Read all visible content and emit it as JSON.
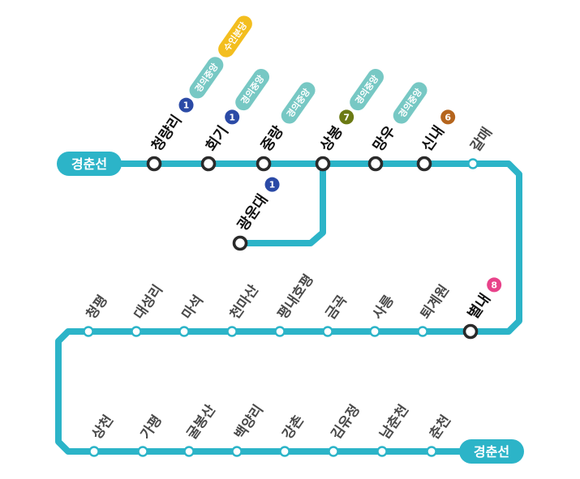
{
  "colors": {
    "gyeongchun": "#2cb4c8",
    "line1": "#2b4aa6",
    "line6": "#b5651d",
    "line7": "#6b7a14",
    "line8": "#e8428a",
    "gyeongui_jungang": "#77c8c4",
    "suin_bundang": "#f3be1f"
  },
  "terminals": {
    "start": "경춘선",
    "end": "경춘선"
  },
  "stations": [
    {
      "id": "cheongnyangni",
      "name": "청량리",
      "transfer": true,
      "badges": [
        {
          "text": "1",
          "color": "#2b4aa6"
        }
      ],
      "chips": [
        {
          "text": "경의중앙",
          "color": "#77c8c4"
        },
        {
          "text": "수인분당",
          "color": "#f3be1f"
        }
      ]
    },
    {
      "id": "hoegi",
      "name": "회기",
      "transfer": true,
      "badges": [
        {
          "text": "1",
          "color": "#2b4aa6"
        }
      ],
      "chips": [
        {
          "text": "경의중앙",
          "color": "#77c8c4"
        }
      ]
    },
    {
      "id": "jungnang",
      "name": "중랑",
      "transfer": true,
      "badges": [],
      "chips": [
        {
          "text": "경의중앙",
          "color": "#77c8c4"
        }
      ]
    },
    {
      "id": "sangbong",
      "name": "상봉",
      "transfer": true,
      "badges": [
        {
          "text": "7",
          "color": "#6b7a14"
        }
      ],
      "chips": [
        {
          "text": "경의중앙",
          "color": "#77c8c4"
        }
      ]
    },
    {
      "id": "mangu",
      "name": "망우",
      "transfer": true,
      "badges": [],
      "chips": [
        {
          "text": "경의중앙",
          "color": "#77c8c4"
        }
      ]
    },
    {
      "id": "sinnae",
      "name": "신내",
      "transfer": true,
      "badges": [
        {
          "text": "6",
          "color": "#b5651d"
        }
      ],
      "chips": []
    },
    {
      "id": "galmae",
      "name": "갈매",
      "transfer": false,
      "badges": [],
      "chips": []
    },
    {
      "id": "gwangundae",
      "name": "광운대",
      "transfer": true,
      "badges": [
        {
          "text": "1",
          "color": "#2b4aa6"
        }
      ],
      "chips": []
    },
    {
      "id": "byeollae",
      "name": "별내",
      "transfer": true,
      "badges": [
        {
          "text": "8",
          "color": "#e8428a"
        }
      ],
      "chips": []
    },
    {
      "id": "toegyewon",
      "name": "퇴계원",
      "transfer": false,
      "badges": [],
      "chips": []
    },
    {
      "id": "sareung",
      "name": "사릉",
      "transfer": false,
      "badges": [],
      "chips": []
    },
    {
      "id": "geumgok",
      "name": "금곡",
      "transfer": false,
      "badges": [],
      "chips": []
    },
    {
      "id": "pyeongnaehopyeong",
      "name": "평내호평",
      "transfer": false,
      "badges": [],
      "chips": []
    },
    {
      "id": "cheonmasan",
      "name": "천마산",
      "transfer": false,
      "badges": [],
      "chips": []
    },
    {
      "id": "maseok",
      "name": "마석",
      "transfer": false,
      "badges": [],
      "chips": []
    },
    {
      "id": "daeseongni",
      "name": "대성리",
      "transfer": false,
      "badges": [],
      "chips": []
    },
    {
      "id": "cheongpyeong",
      "name": "청평",
      "transfer": false,
      "badges": [],
      "chips": []
    },
    {
      "id": "sangcheon",
      "name": "상천",
      "transfer": false,
      "badges": [],
      "chips": []
    },
    {
      "id": "gapyeong",
      "name": "가평",
      "transfer": false,
      "badges": [],
      "chips": []
    },
    {
      "id": "gulbongsan",
      "name": "굴봉산",
      "transfer": false,
      "badges": [],
      "chips": []
    },
    {
      "id": "baegyangni",
      "name": "백양리",
      "transfer": false,
      "badges": [],
      "chips": []
    },
    {
      "id": "gangchon",
      "name": "강촌",
      "transfer": false,
      "badges": [],
      "chips": []
    },
    {
      "id": "gimyujeong",
      "name": "김유정",
      "transfer": false,
      "badges": [],
      "chips": []
    },
    {
      "id": "namchuncheon",
      "name": "남춘천",
      "transfer": false,
      "badges": [],
      "chips": []
    },
    {
      "id": "chuncheon",
      "name": "춘천",
      "transfer": false,
      "badges": [],
      "chips": []
    }
  ]
}
